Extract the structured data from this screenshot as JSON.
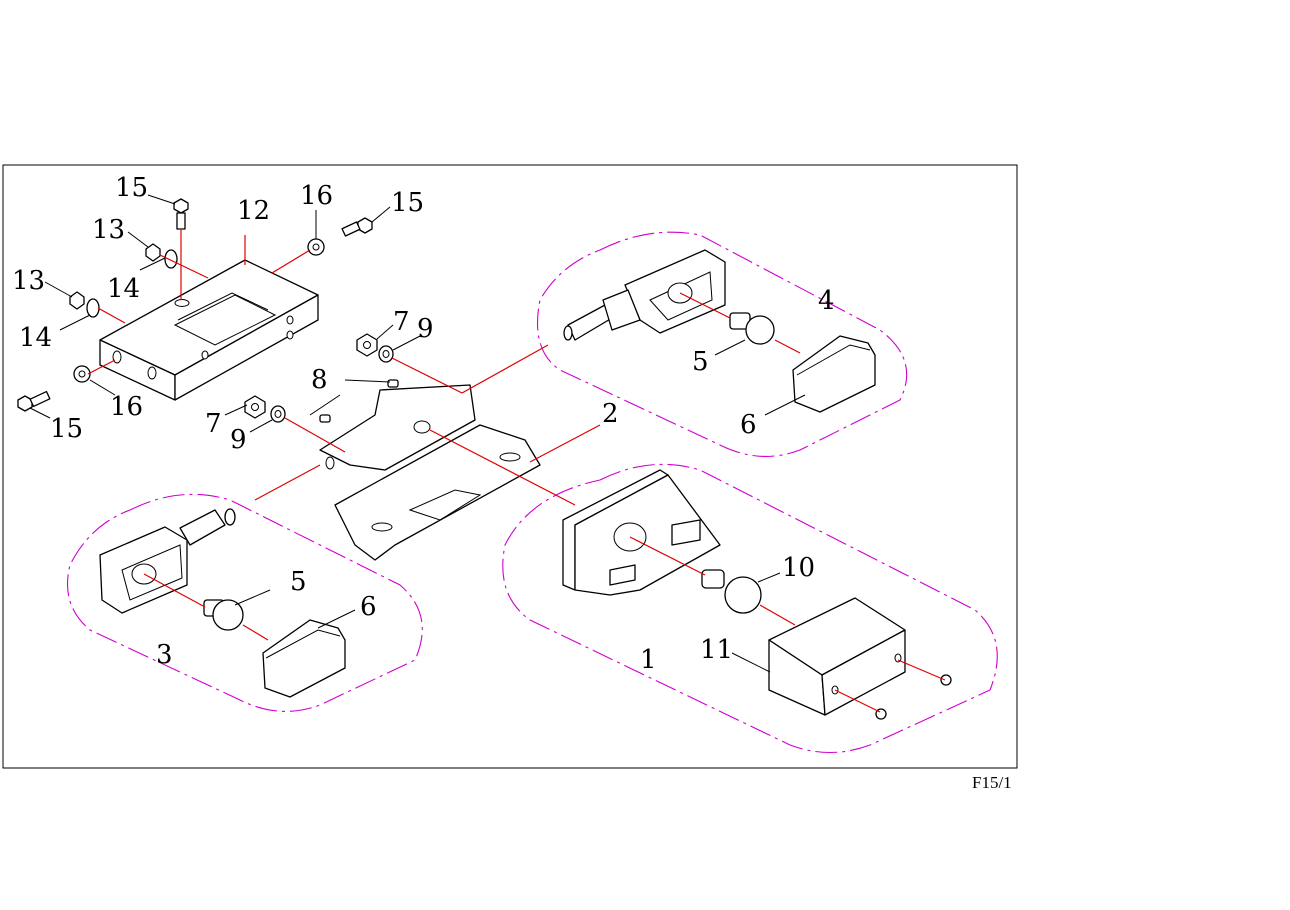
{
  "figure_code": "F15/1",
  "labels": {
    "l1": "1",
    "l2": "2",
    "l3": "3",
    "l4": "4",
    "l5a": "5",
    "l5b": "5",
    "l6a": "6",
    "l6b": "6",
    "l7a": "7",
    "l7b": "7",
    "l8": "8",
    "l9a": "9",
    "l9b": "9",
    "l10": "10",
    "l11": "11",
    "l12": "12",
    "l13a": "13",
    "l13b": "13",
    "l14a": "14",
    "l14b": "14",
    "l15a": "15",
    "l15b": "15",
    "l15c": "15",
    "l16a": "16",
    "l16b": "16"
  },
  "colors": {
    "leader": "#e00000",
    "group_outline": "#d000d0",
    "line": "#000000"
  }
}
